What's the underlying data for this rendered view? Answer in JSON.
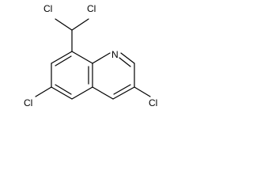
{
  "structure": {
    "atoms": {
      "n1": "N",
      "cl_upper_left": "Cl",
      "cl_upper_right": "Cl",
      "cl_6": "Cl",
      "cl_3": "Cl"
    }
  }
}
